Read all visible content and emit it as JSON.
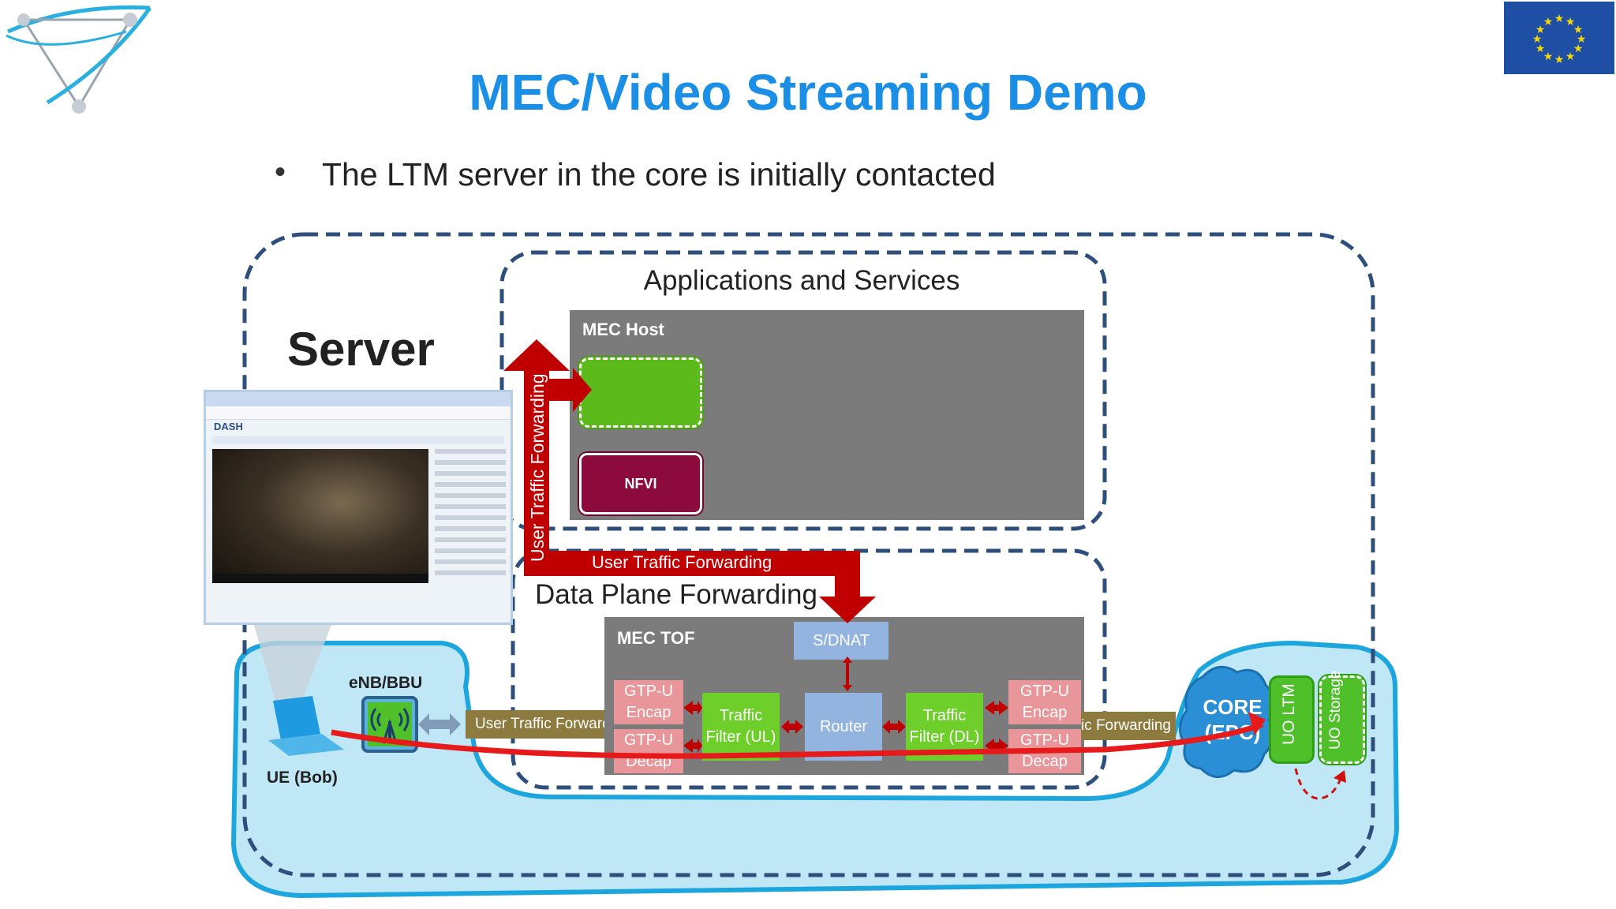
{
  "title": "MEC/Video Streaming Demo",
  "bullet": "The LTM server in the core is initially contacted",
  "diagram": {
    "server_label": "Server",
    "apps_label": "Applications and Services",
    "data_plane_label": "Data Plane Forwarding",
    "mec_host": {
      "title": "MEC Host",
      "nfvi": "NFVI"
    },
    "mec_tof": {
      "title": "MEC TOF",
      "sdnat": "S/DNAT",
      "router": "Router",
      "gtpu_encap_ul": "GTP-U Encap",
      "gtpu_decap_ul": "GTP-U Decap",
      "traffic_filter_ul": "Traffic Filter (UL)",
      "traffic_filter_dl": "Traffic Filter (DL)",
      "gtpu_encap_dl": "GTP-U Encap",
      "gtpu_decap_dl": "GTP-U Decap"
    },
    "user_traffic_vertical": "User Traffic Forwarding",
    "user_traffic_horizontal": "User Traffic Forwarding",
    "user_traffic_left": "User Traffic Forwarding",
    "user_traffic_right": "User Traffic Forwarding",
    "enb_label": "eNB/BBU",
    "ue_label": "UE (Bob)",
    "core_label": "CORE (EPC)",
    "uo_ltm": "UO LTM",
    "uo_storage": "UO Storage",
    "screenshot_app": "DASH"
  },
  "colors": {
    "title": "#1b8fe6",
    "dashed_border": "#2e4f7c",
    "cloud": "#bfe7f6",
    "cloud_border": "#1da6dd",
    "red_arrow": "#c00000",
    "green": "#5cbb1a",
    "nfvi": "#8c0b3c"
  },
  "icons": [
    "eu-flag-icon",
    "project-logo-icon",
    "antenna-icon",
    "laptop-icon",
    "cloud-icon"
  ]
}
